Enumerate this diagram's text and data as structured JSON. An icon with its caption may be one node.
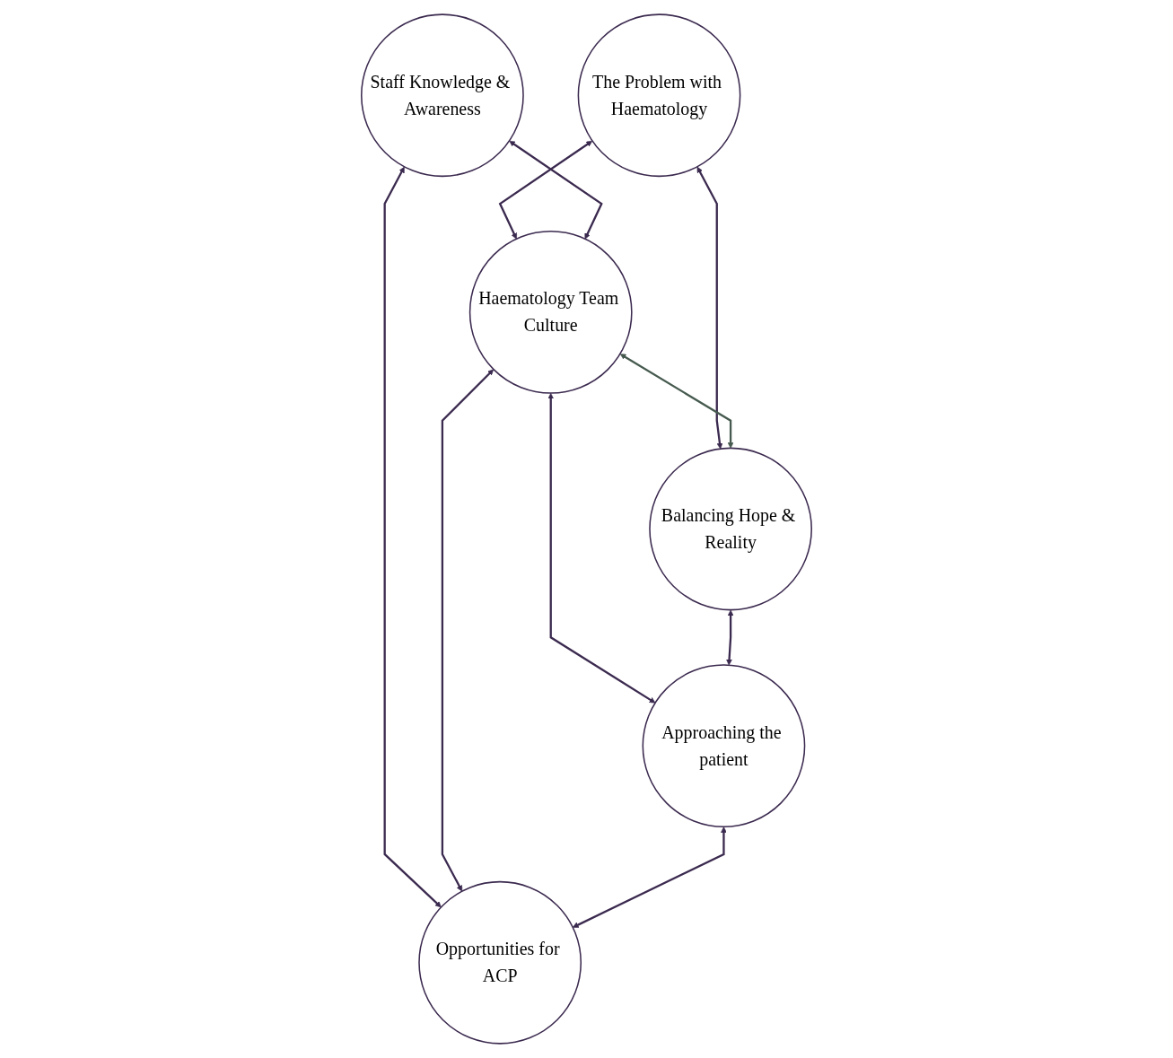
{
  "diagram": {
    "nodes": [
      {
        "text": [
          "The Problem with Haematology"
        ]
      },
      {
        "text": [
          "Staff Knowledge & Awareness"
        ]
      },
      {
        "text": [
          "Haematology Team Culture"
        ]
      },
      {
        "text": [
          "Balancing Hope & Reality"
        ]
      },
      {
        "text": [
          "Opportunities for ACP"
        ]
      },
      {
        "text": [
          "Approaching the patient"
        ]
      }
    ],
    "edges": [
      {
        "from": 0,
        "to": 2,
        "arrow": "both"
      },
      {
        "from": 1,
        "to": 2,
        "arrow": "both"
      },
      {
        "from": 0,
        "to": 3,
        "arrow": "both"
      },
      {
        "from": 1,
        "to": 4,
        "arrow": "both"
      },
      {
        "from": 2,
        "to": 3,
        "arrow": "both",
        "color": "#465a4f"
      },
      {
        "from": 2,
        "to": 4,
        "arrow": "both"
      },
      {
        "from": 2,
        "to": 5,
        "arrow": "both"
      },
      {
        "from": 3,
        "to": 5,
        "arrow": "both"
      },
      {
        "from": 5,
        "to": 4,
        "arrow": "both"
      }
    ]
  }
}
